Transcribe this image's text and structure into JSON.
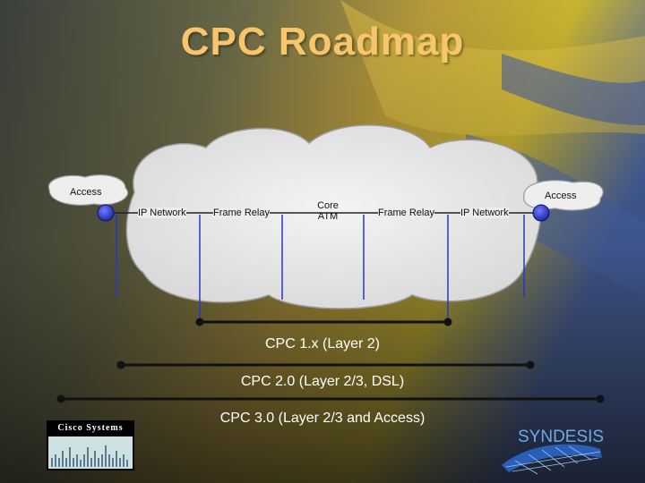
{
  "title": "CPC Roadmap",
  "cloud": {
    "access_left": "Access",
    "access_right": "Access",
    "segments": [
      {
        "id": "ip-left",
        "label": "IP Network"
      },
      {
        "id": "fr-left",
        "label": "Frame Relay"
      },
      {
        "id": "core",
        "label_line1": "Core",
        "label_line2": "ATM"
      },
      {
        "id": "fr-right",
        "label": "Frame Relay"
      },
      {
        "id": "ip-right",
        "label": "IP Network"
      }
    ]
  },
  "roadmap": [
    {
      "label": "CPC 1.x (Layer 2)"
    },
    {
      "label": "CPC 2.0 (Layer 2/3, DSL)"
    },
    {
      "label": "CPC 3.0 (Layer 2/3 and Access)"
    }
  ],
  "logos": {
    "cisco": "Cisco Systems",
    "syndesis": "SYNDESIS"
  },
  "colors": {
    "title": "#f6c56c",
    "node": "#2a36c8",
    "vertical_line": "#2a36c8",
    "roadmap_bar": "#111111",
    "roadmap_text": "#ffffff",
    "syndesis": "#6fa8e8"
  }
}
